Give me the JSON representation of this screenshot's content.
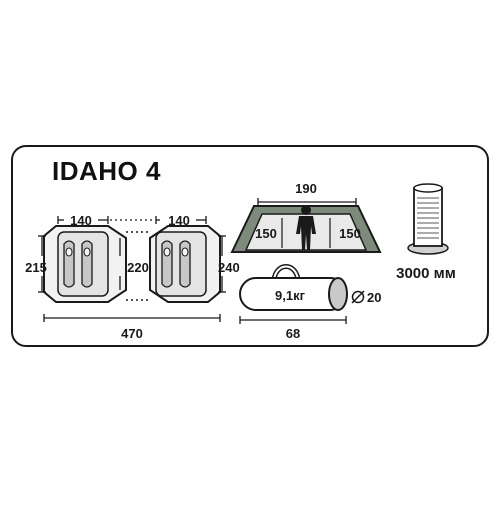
{
  "title": "IDAHO 4",
  "floor_plan": {
    "vestibule_width_left": "140",
    "vestibule_width_right": "140",
    "length_total": "470",
    "depth_left": "215",
    "depth_inner": "220",
    "depth_right": "240"
  },
  "profile": {
    "width": "190",
    "height_left": "150",
    "height_right": "150"
  },
  "packed": {
    "weight": "9,1кг",
    "diameter": "20",
    "length": "68"
  },
  "water_column": "3000 мм",
  "colors": {
    "outline": "#1a1a1a",
    "tent_fill": "#7d8c7a",
    "inner_fill": "#e9e9e9",
    "roll_fill": "#c9c9c9"
  }
}
